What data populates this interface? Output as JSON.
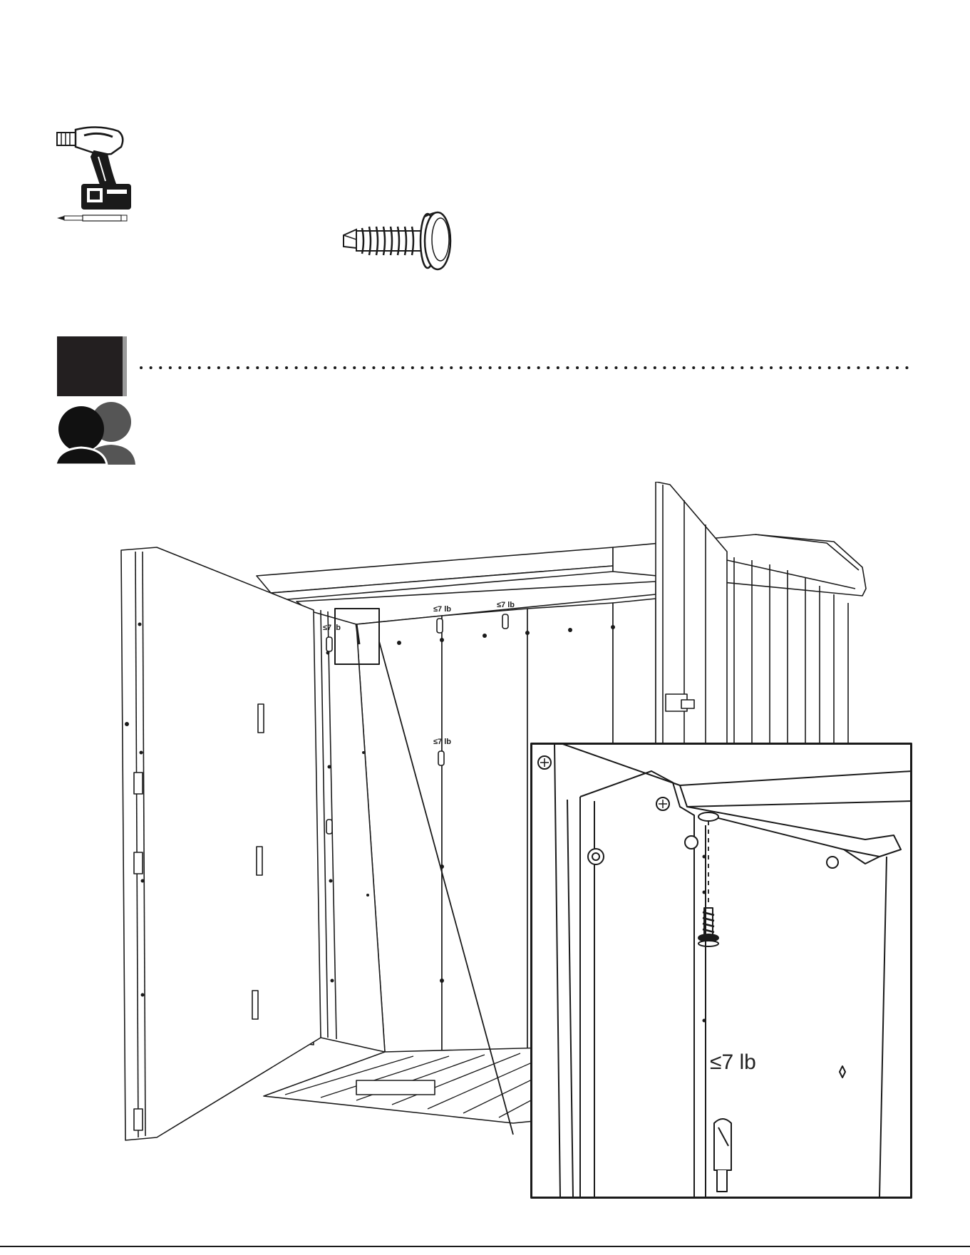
{
  "page": {
    "title": "Door hinge screw installation step",
    "colors": {
      "ink": "#1a1a1a",
      "step_box": "#231f20",
      "step_shadow": "#9a9a9a",
      "person_front": "#111111",
      "person_back": "#555555",
      "paper": "#ffffff"
    }
  },
  "tools": {
    "drill_icon": "cordless-drill-icon",
    "bit_icon": "phillips-bit-icon",
    "screw_icon": "self-drilling-screw-icon"
  },
  "step": {
    "number": "",
    "two_person_icon": "two-person-icon"
  },
  "panel_labels": {
    "weight_limit": "≤7 lb",
    "weight_limit_detail": "≤7 lb"
  }
}
